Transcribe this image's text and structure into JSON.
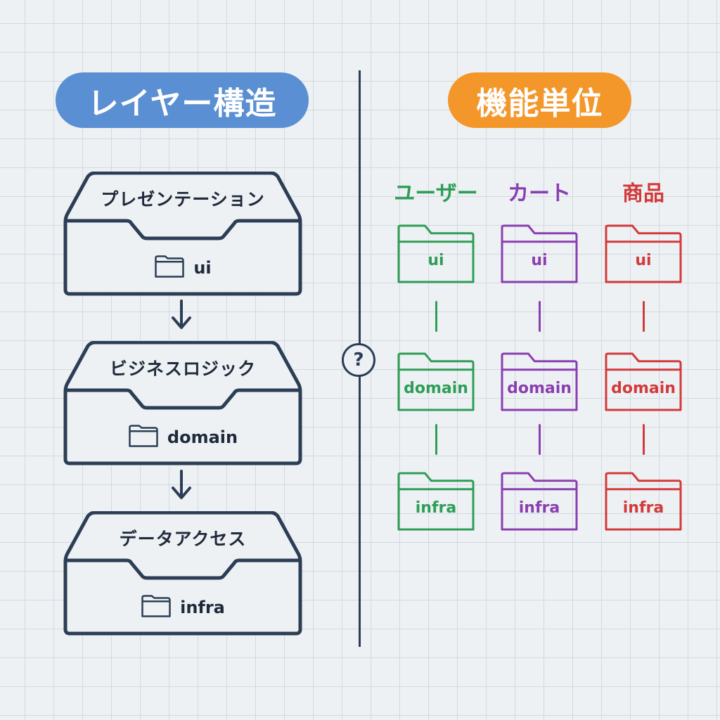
{
  "left": {
    "title": "レイヤー構造",
    "layers": [
      {
        "title": "プレゼンテーション",
        "folder": "ui"
      },
      {
        "title": "ビジネスロジック",
        "folder": "domain"
      },
      {
        "title": "データアクセス",
        "folder": "infra"
      }
    ]
  },
  "right": {
    "title": "機能単位",
    "columns": [
      {
        "name": "ユーザー",
        "color": "#2e9e57",
        "folders": [
          "ui",
          "domain",
          "infra"
        ]
      },
      {
        "name": "カート",
        "color": "#8a3fb0",
        "folders": [
          "ui",
          "domain",
          "infra"
        ]
      },
      {
        "name": "商品",
        "color": "#d23a3a",
        "folders": [
          "ui",
          "domain",
          "infra"
        ]
      }
    ]
  },
  "divider_symbol": "?",
  "colors": {
    "left_pill": "#5b8fd3",
    "right_pill": "#f3972b",
    "ink": "#2c3e55"
  }
}
